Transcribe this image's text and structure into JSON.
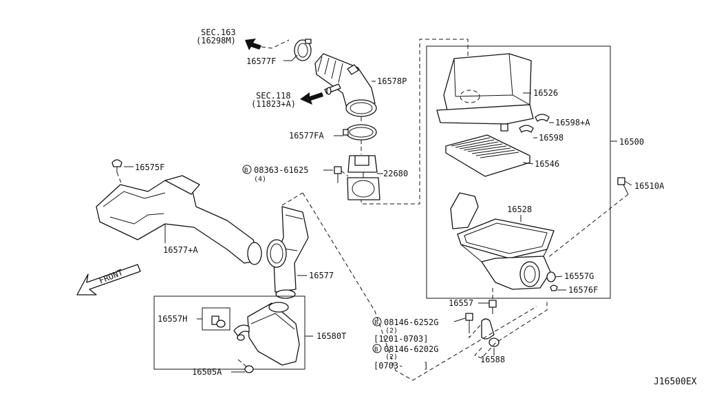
{
  "diagram_code": "J16500EX",
  "parts": {
    "p16500": "16500",
    "p16526": "16526",
    "p16598A": "16598+A",
    "p16598": "16598",
    "p16546": "16546",
    "p16528": "16528",
    "p16510A": "16510A",
    "p16557G": "16557G",
    "p16576F": "16576F",
    "p16557": "16557",
    "p16588": "16588",
    "p16577F": "16577F",
    "p16578P": "16578P",
    "p16577FA": "16577FA",
    "p22680": "22680",
    "p16575F": "16575F",
    "p16577A": "16577+A",
    "p16577": "16577",
    "p16580T": "16580T",
    "p16557H": "16557H",
    "p16505A": "16505A"
  },
  "bolts": {
    "b1": {
      "badge": "B",
      "code": "08363-61625",
      "qty": "(4)"
    },
    "b2": {
      "badge": "B",
      "code": "08146-6252G",
      "qty": "(2)",
      "range": "[1201-0703]"
    },
    "b3": {
      "badge": "B",
      "code": "08146-6202G",
      "qty": "(2)",
      "range": "[0703-    ]"
    }
  },
  "sections": {
    "s163": {
      "title": "SEC.163",
      "ref": "(16298M)"
    },
    "s118": {
      "title": "SEC.118",
      "ref": "(11823+A)"
    }
  },
  "front_label": "FRONT"
}
